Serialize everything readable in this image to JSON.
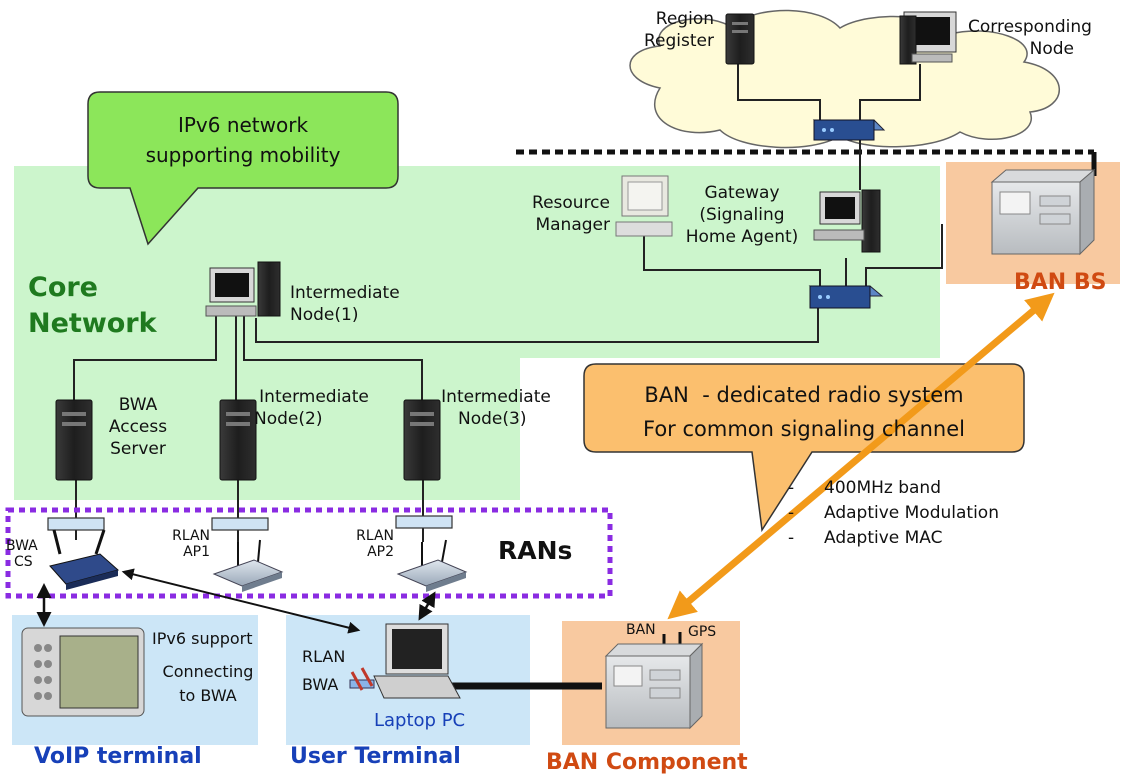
{
  "callout_green": [
    "IPv6 network",
    "supporting mobility"
  ],
  "callout_orange": [
    "BAN  - dedicated radio system",
    "For common signaling channel"
  ],
  "core_network": [
    "Core",
    "Network"
  ],
  "rans_label": "RANs",
  "nodes": {
    "region_register": [
      "Region",
      "Register"
    ],
    "corresponding_node": [
      "Corresponding",
      "Node"
    ],
    "resource_manager": [
      "Resource",
      "Manager"
    ],
    "gateway": [
      "Gateway",
      "(Signaling",
      "Home Agent)"
    ],
    "intermediate_1": [
      "Intermediate",
      "Node(1)"
    ],
    "bwa_access_server": [
      "BWA",
      "Access",
      "Server"
    ],
    "intermediate_2": [
      "Intermediate",
      "Node(2)"
    ],
    "intermediate_3": [
      "Intermediate",
      "Node(3)"
    ],
    "bwa_cs": [
      "BWA",
      "CS"
    ],
    "rlan_ap1": [
      "RLAN",
      "AP1"
    ],
    "rlan_ap2": [
      "RLAN",
      "AP2"
    ]
  },
  "ban_bs": "BAN BS",
  "ban_features": [
    "400MHz band",
    "Adaptive Modulation",
    "Adaptive MAC"
  ],
  "bullet_char": "-",
  "voip": {
    "ipv6_support": "IPv6 support",
    "connecting": [
      "Connecting",
      "to BWA"
    ],
    "label": "VoIP terminal"
  },
  "user_terminal": {
    "rlan": "RLAN",
    "bwa": "BWA",
    "laptop": "Laptop PC",
    "label": "User Terminal"
  },
  "ban_component": {
    "ban": "BAN",
    "gps": "GPS",
    "label": "BAN Component"
  },
  "colors": {
    "core_green": "#ccf5cc",
    "callout_green": "#8ce65a",
    "callout_orange": "#fbbf6e",
    "ban_orange": "#f8c9a0",
    "terminal_blue": "#cce6f7",
    "rans_border": "#8a2be2",
    "orange_arrow": "#f29a1a",
    "title_blue": "#1740b8",
    "title_orange": "#d04a12",
    "title_green": "#1f7a1f"
  }
}
